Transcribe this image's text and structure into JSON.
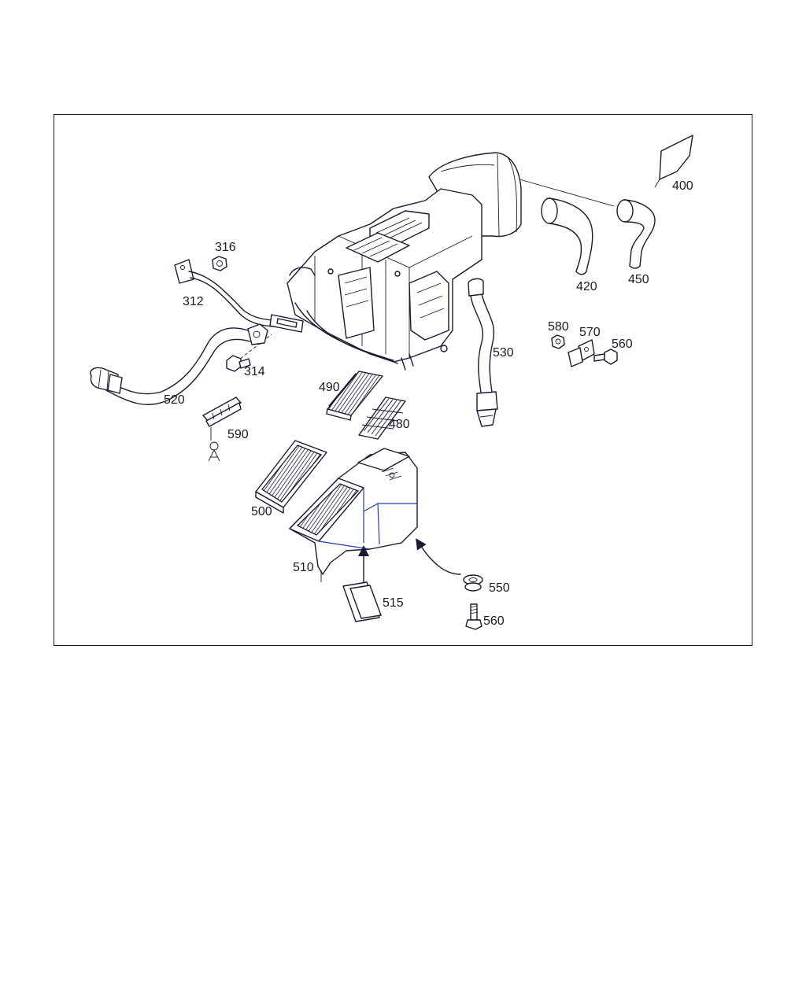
{
  "colors": {
    "line": "#1a1a30",
    "accent": "#2a3aa8",
    "background": "#ffffff"
  },
  "callouts": {
    "p312": "312",
    "p314": "314",
    "p316": "316",
    "p400": "400",
    "p420": "420",
    "p450": "450",
    "p480": "480",
    "p490": "490",
    "p500": "500",
    "p510": "510",
    "p515": "515",
    "p520": "520",
    "p530": "530",
    "p550": "550",
    "p560a": "560",
    "p560b": "560",
    "p570": "570",
    "p580": "580",
    "p590": "590"
  }
}
